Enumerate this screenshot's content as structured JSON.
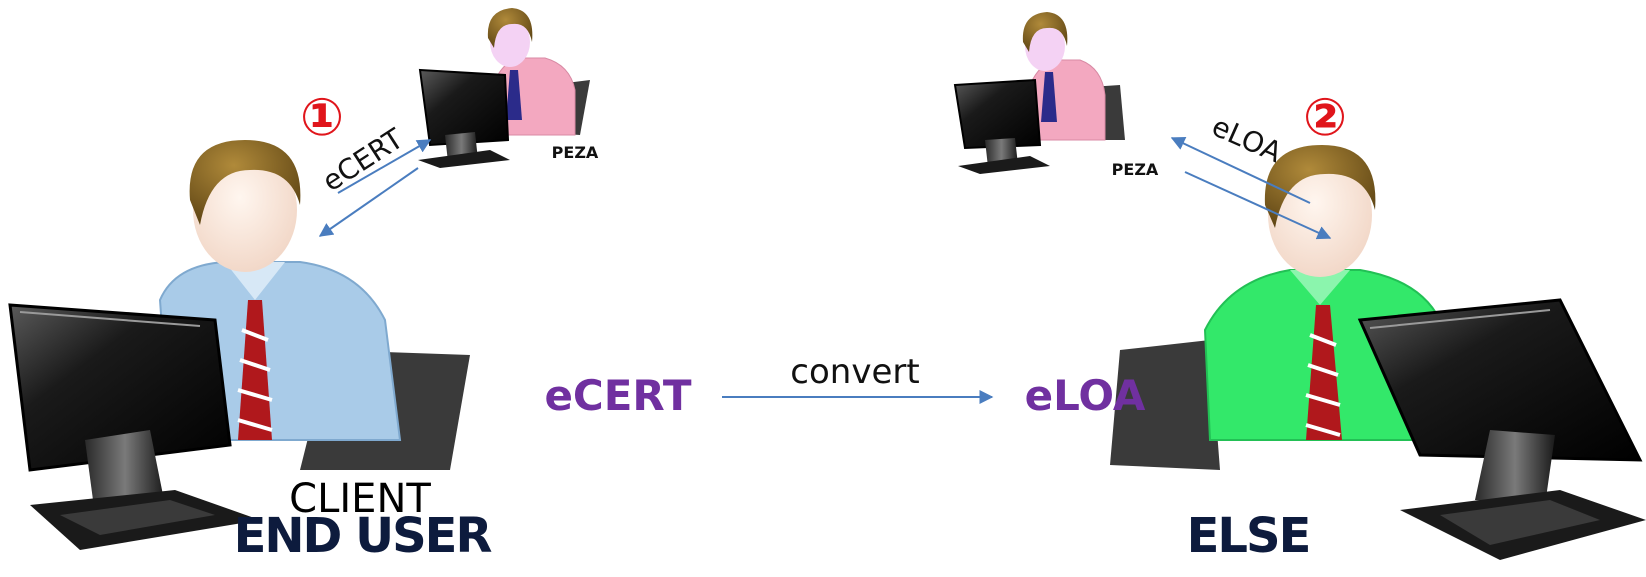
{
  "labels": {
    "client": "CLIENT",
    "end_user": "END USER",
    "else": "ELSE",
    "peza_left": "PEZA",
    "peza_right": "PEZA",
    "step1_marker": "①",
    "step2_marker": "②",
    "step1_doc": "eCERT",
    "step2_doc": "eLOA",
    "main_from": "eCERT",
    "main_to": "eLOA",
    "main_action": "convert"
  },
  "colors": {
    "arrow": "#4a7dbf",
    "doc_text": "#7030a0",
    "marker": "#e0151b",
    "client_shirt": "#a9cbe8",
    "else_shirt": "#33e86a",
    "peza_shirt": "#f3a8c0"
  },
  "icons": {
    "client": "person-at-computer-icon",
    "else": "person-at-computer-icon",
    "peza": "person-at-computer-icon"
  }
}
